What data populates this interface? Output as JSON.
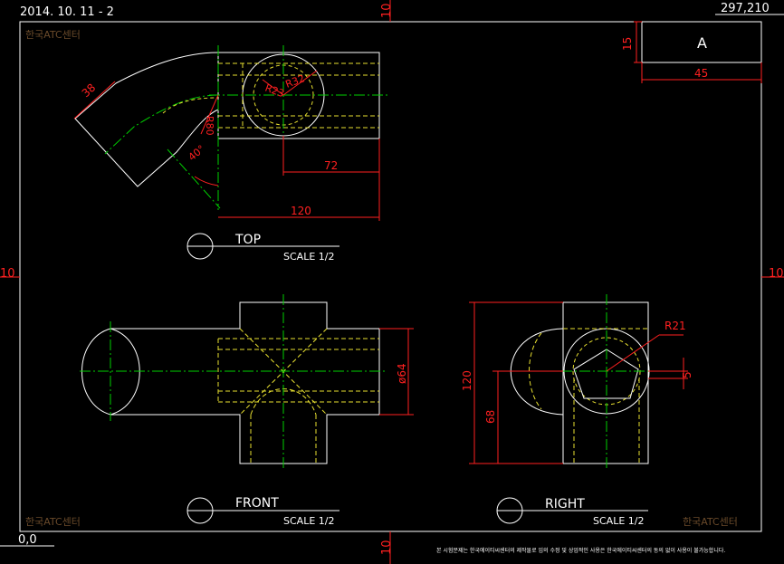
{
  "sheet": {
    "date": "2014. 10. 11 - 2",
    "size": "297,210",
    "origin": "0,0",
    "margin_top": "10",
    "margin_bottom": "10",
    "margin_left": "10",
    "margin_right": "10",
    "watermark": "한국ATC센터",
    "footer_notice": "본 시험문제는 한국에이티씨센터의 제작물로 임의 수정 및 상업적인 사용은 한국에이티씨센터의 동의 없이 사용이 불가능합니다."
  },
  "title_block": {
    "label": "A",
    "height_dim": "15",
    "width_dim": "45"
  },
  "views": {
    "top": {
      "title": "TOP",
      "scale": "SCALE 1/2"
    },
    "front": {
      "title": "FRONT",
      "scale": "SCALE 1/2"
    },
    "right": {
      "title": "RIGHT",
      "scale": "SCALE 1/2"
    }
  },
  "dimensions": {
    "top": {
      "d38": "38",
      "r23": "R23",
      "r32": "R32",
      "r80": "R80",
      "a40": "40°",
      "d72": "72",
      "d120": "120"
    },
    "front": {
      "phi64": "ø64"
    },
    "right": {
      "r21": "R21",
      "d5": "5",
      "d120": "120",
      "d68": "68"
    }
  },
  "colors": {
    "outline": "#ffffff",
    "hidden": "#e8e030",
    "center": "#00d000",
    "dimension": "#ff2020",
    "watermark": "#6a4a2a"
  }
}
